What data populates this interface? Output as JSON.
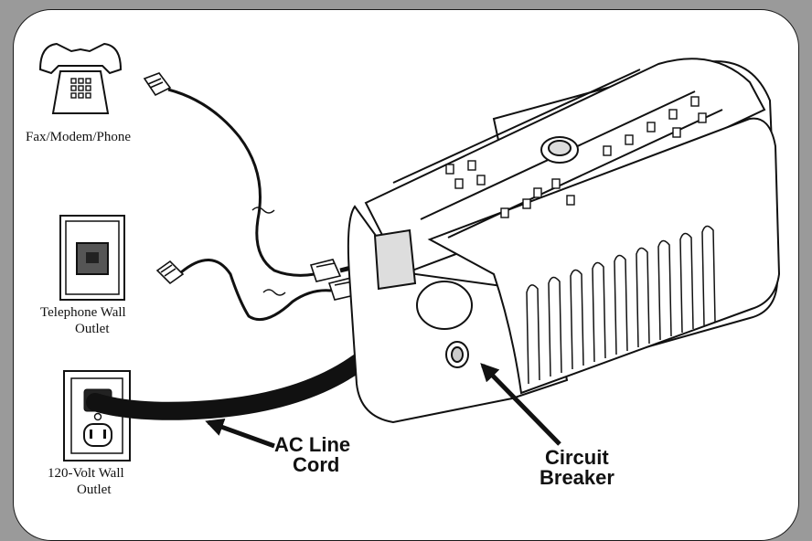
{
  "labels": {
    "phone": "Fax/Modem/Phone",
    "telephone_wall_line1": "Telephone Wall",
    "telephone_wall_line2": "Outlet",
    "ac_wall_line1": "120-Volt Wall",
    "ac_wall_line2": "Outlet",
    "ac_cord_line1": "AC Line",
    "ac_cord_line2": "Cord",
    "breaker_line1": "Circuit",
    "breaker_line2": "Breaker"
  },
  "colors": {
    "background": "#9a9a9a",
    "panel": "#ffffff",
    "stroke": "#111111"
  }
}
